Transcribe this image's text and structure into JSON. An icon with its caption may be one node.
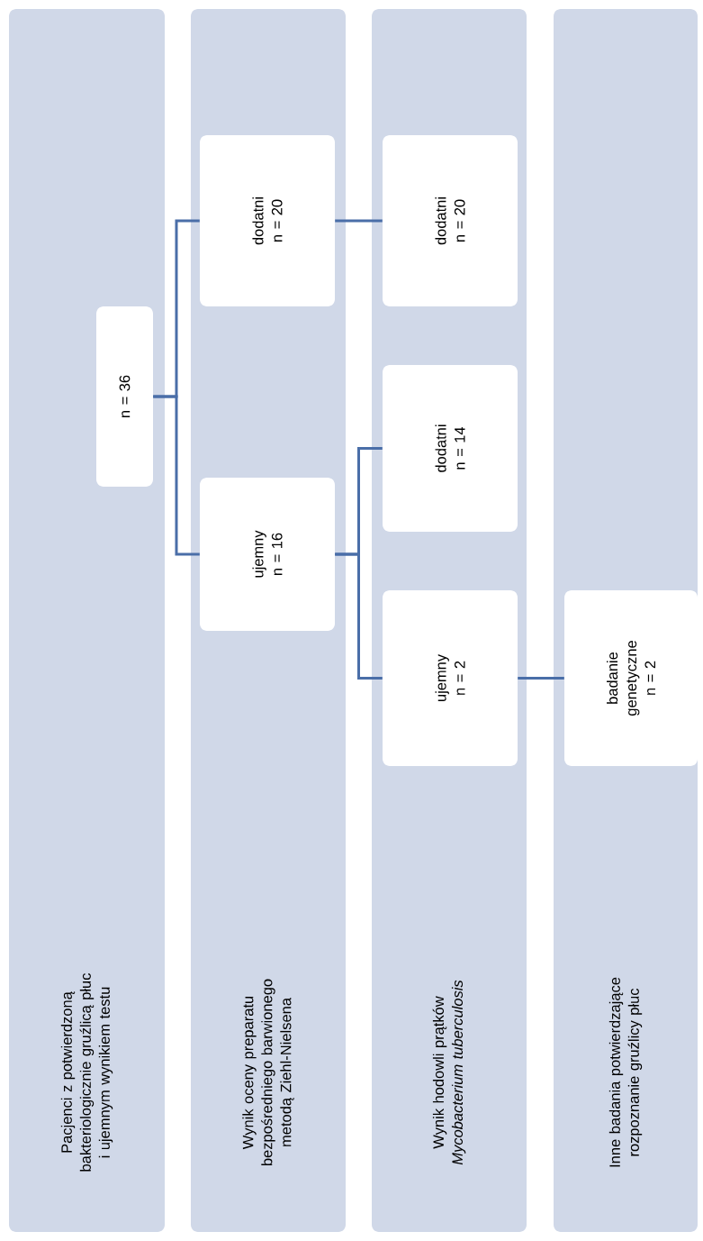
{
  "diagram": {
    "nodes": [
      {
        "text": [
          "Pacjenci z potwierdzoną bakteriologicznie gruźlicą płuc i ujemnym wynikiem testu"
        ]
      },
      {
        "text": [
          "n = 36"
        ],
        "in": 0
      },
      {
        "text": [
          "Wynik oceny preparatu bezpośredniego barwionego metodą Ziehl-Nielsena"
        ]
      },
      {
        "text": [
          "dodatni",
          "n = 20"
        ],
        "in": 2
      },
      {
        "text": [
          "ujemny",
          "n = 16"
        ],
        "in": 2
      },
      {
        "text": [
          "Wynik hodowli prątków *Mycobacterium tuberculosis*"
        ]
      },
      {
        "text": [
          "dodatni",
          "n = 20"
        ],
        "in": 5
      },
      {
        "text": [
          "dodatni",
          "n = 14"
        ],
        "in": 5
      },
      {
        "text": [
          "ujemny",
          "n = 2"
        ],
        "in": 5
      },
      {
        "text": [
          "Inne badania potwierdzające rozpoznanie gruźlicy płuc"
        ]
      },
      {
        "text": [
          "badanie genetyczne",
          "n = 2"
        ],
        "in": 9
      }
    ],
    "edges": [
      {
        "from": 1,
        "to": 3,
        "arrow": "none"
      },
      {
        "from": 1,
        "to": 4,
        "arrow": "none"
      },
      {
        "from": 3,
        "to": 6,
        "arrow": "none"
      },
      {
        "from": 4,
        "to": 7,
        "arrow": "none"
      },
      {
        "from": 4,
        "to": 8,
        "arrow": "none"
      },
      {
        "from": 8,
        "to": 10,
        "arrow": "none"
      }
    ]
  }
}
